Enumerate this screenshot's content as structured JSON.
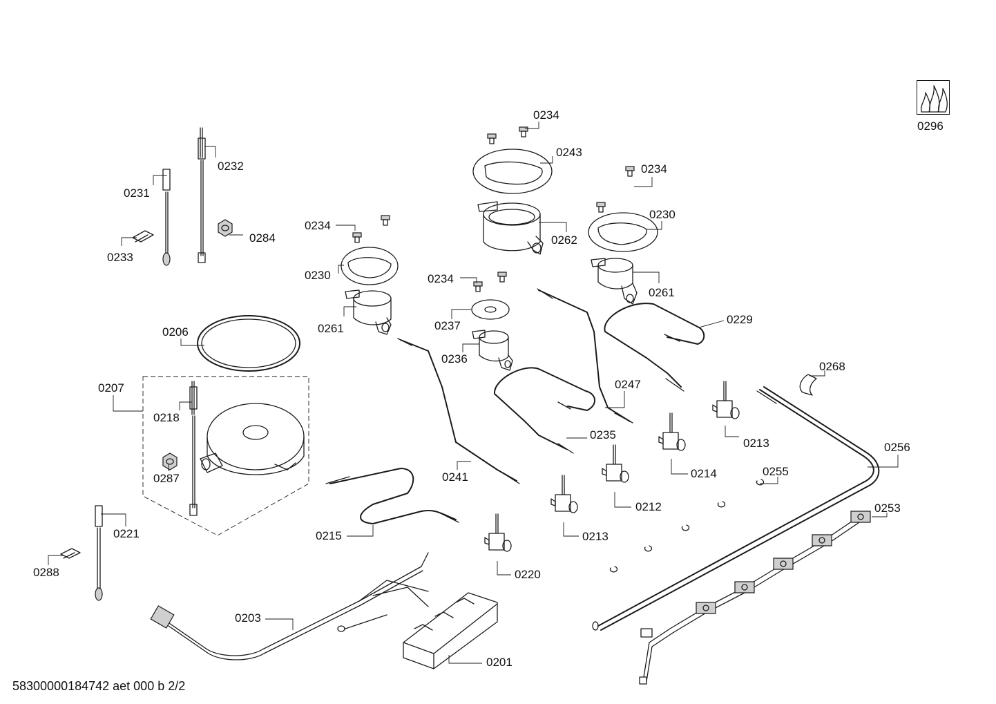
{
  "footer": {
    "document_id": "58300000184742 aet 000 b 2/2"
  },
  "labels": {
    "p0296": "0296",
    "p0234_top": "0234",
    "p0243": "0243",
    "p0234_right": "0234",
    "p0230_right": "0230",
    "p0232": "0232",
    "p0231": "0231",
    "p0284": "0284",
    "p0233": "0233",
    "p0234_left": "0234",
    "p0230_left": "0230",
    "p0262": "0262",
    "p0261_right": "0261",
    "p0234_mid": "0234",
    "p0261_left": "0261",
    "p0237": "0237",
    "p0229": "0229",
    "p0206": "0206",
    "p0236": "0236",
    "p0268": "0268",
    "p0207": "0207",
    "p0247": "0247",
    "p0218": "0218",
    "p0213_right": "0213",
    "p0235": "0235",
    "p0256": "0256",
    "p0287": "0287",
    "p0214": "0214",
    "p0241": "0241",
    "p0255": "0255",
    "p0212": "0212",
    "p0253": "0253",
    "p0221": "0221",
    "p0215": "0215",
    "p0213_mid": "0213",
    "p0288": "0288",
    "p0220": "0220",
    "p0203": "0203",
    "p0201": "0201"
  }
}
